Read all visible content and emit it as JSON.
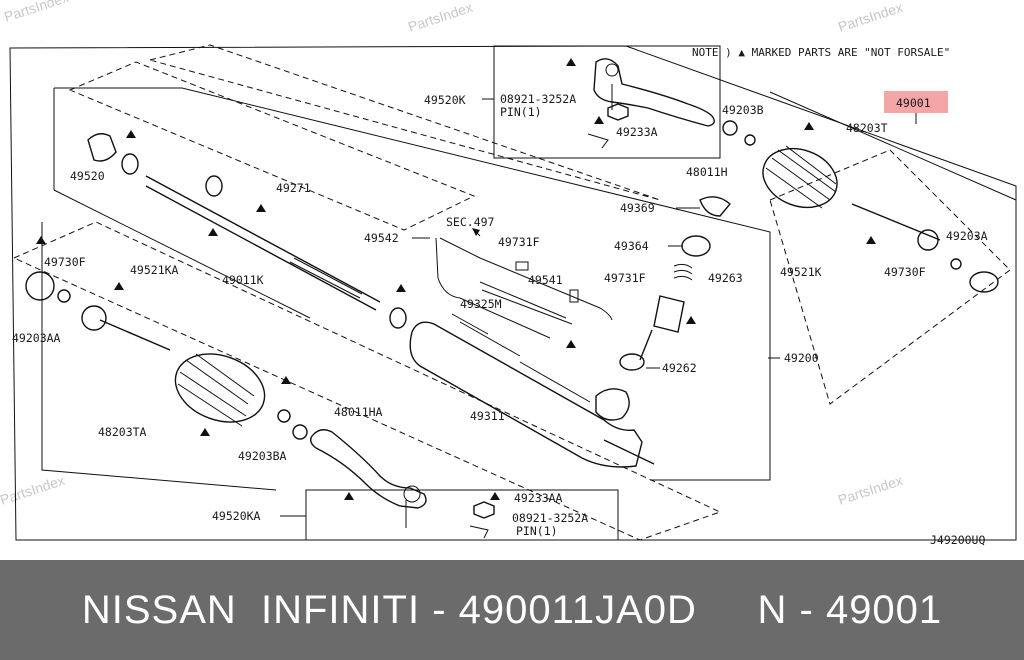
{
  "watermarks": [
    "PartsIndex",
    "PartsIndex",
    "PartsIndex",
    "PartsIndex",
    "PartsIndex"
  ],
  "note": "NOTE ) ▲ MARKED PARTS ARE \"NOT FORSALE\"",
  "highlight_part": "49001",
  "highlight_color": "#f4a6a6",
  "diagram_code": "J49200UQ",
  "labels": {
    "l49520K": "49520K",
    "l08921A": "08921-3252A",
    "lPin1a": "PIN(1)",
    "l49233A": "49233A",
    "l49203B": "49203B",
    "l48011H": "48011H",
    "l48203T": "48203T",
    "l49520": "49520",
    "l49271": "49271",
    "l49369": "49369",
    "lSec497": "SEC.497",
    "l49542": "49542",
    "l49731Fa": "49731F",
    "l49364": "49364",
    "l49203A": "49203A",
    "l49730Fa": "49730F",
    "l49011K": "49011K",
    "l49541": "49541",
    "l49731Fb": "49731F",
    "l49263": "49263",
    "l49521K": "49521K",
    "l49730Fb": "49730F",
    "l49521KA": "49521KA",
    "l49325M": "49325M",
    "l49203AA": "49203AA",
    "l49200": "49200",
    "l49262": "49262",
    "l48011HA": "48011HA",
    "l49311": "49311",
    "l48203TA": "48203TA",
    "l49203BA": "49203BA",
    "l49233AA": "49233AA",
    "l49520KA": "49520KA",
    "l08921B": "08921-3252A",
    "lPin1b": "PIN(1)"
  },
  "footer_text": "NISSAN  INFINITI - 490011JA0D     N - 49001",
  "colors": {
    "footer_bg": "#6b6b6b",
    "line": "#111111",
    "watermark": "#c8c8c8"
  }
}
